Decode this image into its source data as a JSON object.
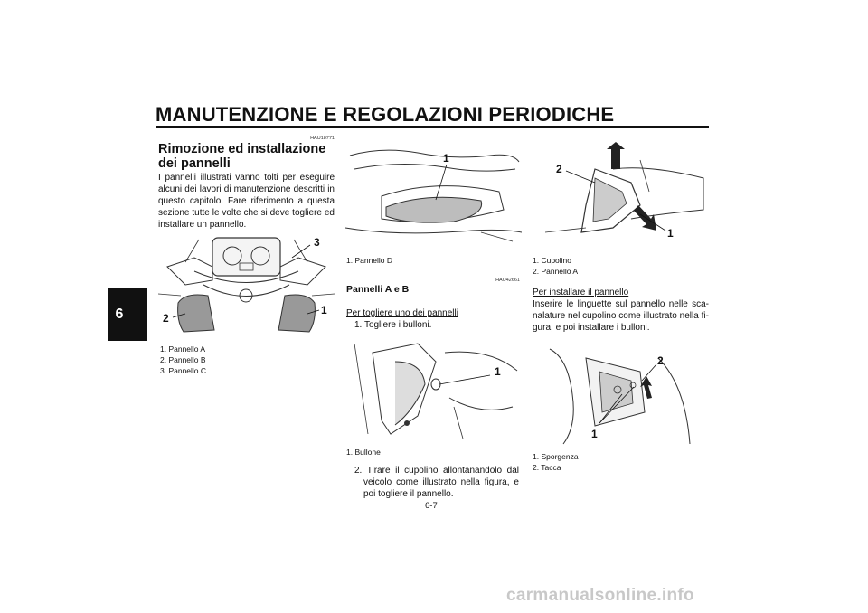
{
  "header": {
    "title": "MANUTENZIONE E REGOLAZIONI PERIODICHE",
    "chapter_number": "6"
  },
  "left_column": {
    "code": "HAU18771",
    "heading": "Rimozione ed installazione dei pannelli",
    "paragraph": "I pannelli illustrati vanno tolti per eseguire alcuni dei lavori di manutenzione descritti in questo capitolo. Fare riferimento a questa sezione tutte le volte che si deve togliere ed installare un pannello.",
    "figure_callouts": [
      "3",
      "2",
      "1"
    ],
    "captions": [
      "1. Pannello A",
      "2. Pannello B",
      "3. Pannello C"
    ]
  },
  "middle_column": {
    "figure1_callouts": [
      "1"
    ],
    "figure1_caption": "1. Pannello D",
    "code": "HAU42661",
    "subheading": "Pannelli A e B",
    "remove_heading": "Per togliere uno dei pannelli",
    "step1": "1. Togliere i bulloni.",
    "figure2_callouts": [
      "1"
    ],
    "figure2_caption": "1. Bullone",
    "step2": "2. Tirare il cupolino allontanandolo dal veicolo come illustrato nella figura, e poi togliere il pannello."
  },
  "right_column": {
    "figure1_callouts": [
      "2",
      "1"
    ],
    "figure1_captions": [
      "1. Cupolino",
      "2. Pannello A"
    ],
    "install_heading": "Per installare il pannello",
    "install_paragraph": "Inserire le linguette sul pannello nelle sca­nalature nel cupolino come illustrato nella fi­gura, e poi installare i bulloni.",
    "figure2_callouts": [
      "2",
      "1"
    ],
    "figure2_captions": [
      "1. Sporgenza",
      "2. Tacca"
    ]
  },
  "footer": {
    "page_number": "6-7",
    "watermark": "carmanualsonline.info"
  }
}
